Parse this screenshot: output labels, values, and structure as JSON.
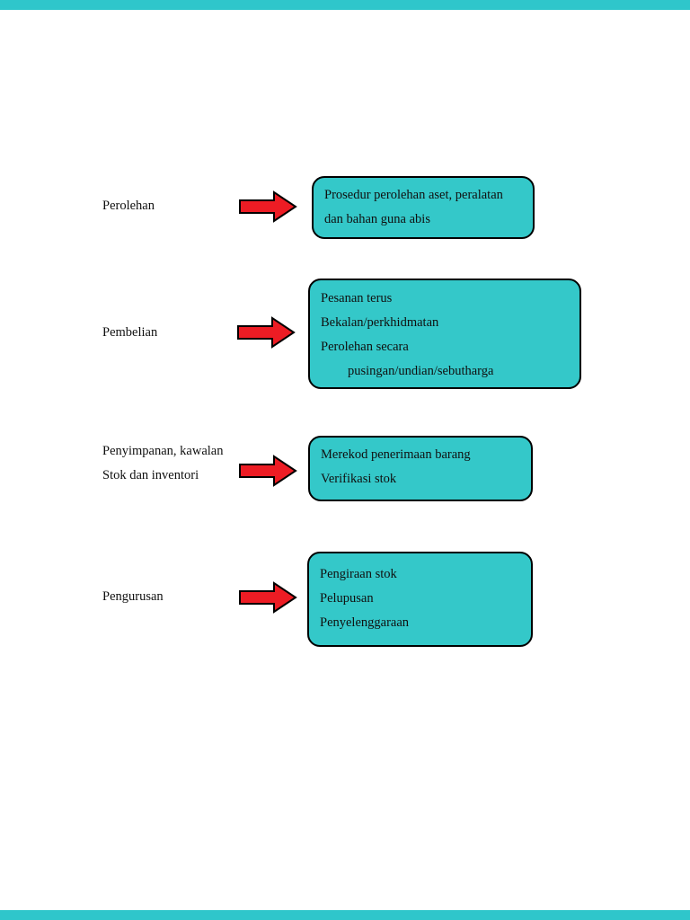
{
  "page": {
    "background": "#ffffff",
    "top_bar_color": "#2fc6cb",
    "bottom_bar_color": "#2fc6cb"
  },
  "colors": {
    "box_fill": "#34c8c9",
    "box_border": "#000000",
    "arrow_fill": "#ed1c24",
    "arrow_outline": "#000000",
    "text": "#101010"
  },
  "diagram": {
    "rows": [
      {
        "label_lines": [
          "Perolehan"
        ],
        "box_lines": [
          "Prosedur perolehan aset, peralatan",
          "dan bahan guna abis"
        ]
      },
      {
        "label_lines": [
          "Pembelian"
        ],
        "box_lines": [
          "Pesanan terus",
          "Bekalan/perkhidmatan",
          "Perolehan secara",
          "pusingan/undian/sebutharga"
        ]
      },
      {
        "label_lines": [
          "Penyimpanan, kawalan",
          "Stok dan inventori"
        ],
        "box_lines": [
          "Merekod penerimaan barang",
          "Verifikasi stok"
        ]
      },
      {
        "label_lines": [
          "Pengurusan"
        ],
        "box_lines": [
          "Pengiraan stok",
          "Pelupusan",
          "Penyelenggaraan"
        ]
      }
    ]
  }
}
